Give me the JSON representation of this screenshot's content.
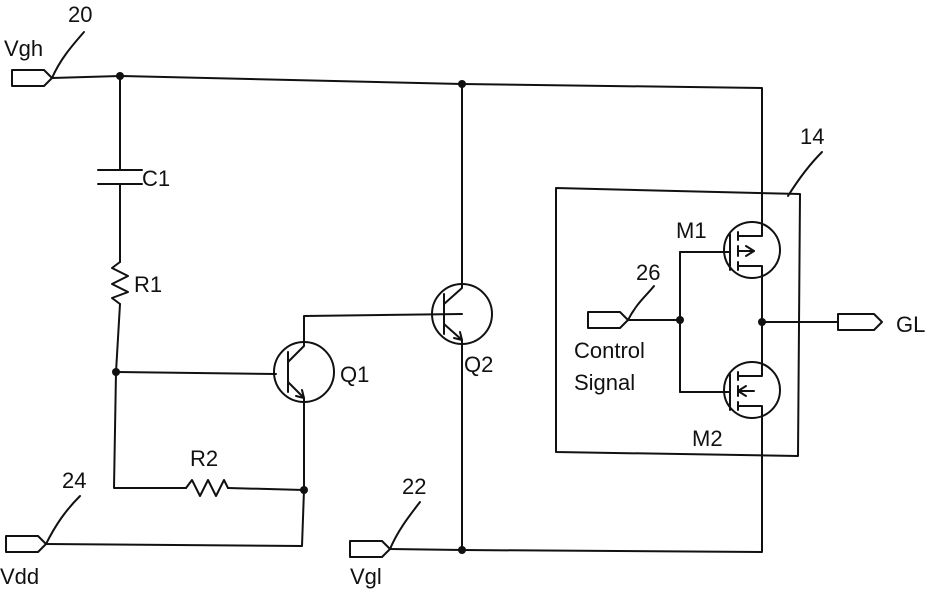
{
  "labels": {
    "vgh": "Vgh",
    "vgl": "Vgl",
    "vdd": "Vdd",
    "gl": "GL",
    "ref20": "20",
    "ref22": "22",
    "ref24": "24",
    "ref26": "26",
    "ref14": "14",
    "c1": "C1",
    "r1": "R1",
    "r2": "R2",
    "q1": "Q1",
    "q2": "Q2",
    "m1": "M1",
    "m2": "M2",
    "control": "Control",
    "signal": "Signal"
  }
}
